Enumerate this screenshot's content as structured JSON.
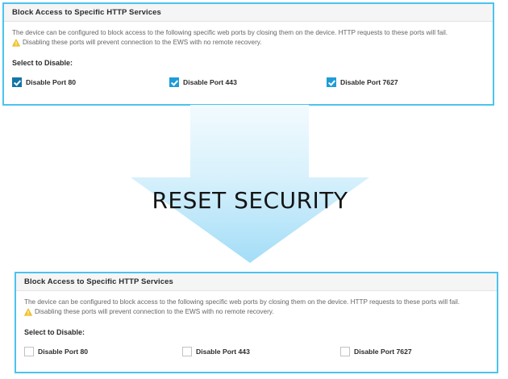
{
  "panels": [
    {
      "id": "top",
      "title": "Block Access to Specific HTTP Services",
      "description_line1": "The device can be configured to block access to the following specific web ports by closing them on the device. HTTP requests to these ports will fail.",
      "description_line2": "Disabling these ports will prevent connection to the EWS with no remote recovery.",
      "warning_icon": "warning-triangle-icon",
      "select_label": "Select to Disable:",
      "checkboxes": [
        {
          "label": "Disable Port 80",
          "checked": true
        },
        {
          "label": "Disable Port 443",
          "checked": true
        },
        {
          "label": "Disable Port 7627",
          "checked": true
        }
      ]
    },
    {
      "id": "bottom",
      "title": "Block Access to Specific HTTP Services",
      "description_line1": "The device can be configured to block access to the following specific web ports by closing them on the device. HTTP requests to these ports will fail.",
      "description_line2": "Disabling these ports will prevent connection to the EWS with no remote recovery.",
      "warning_icon": "warning-triangle-icon",
      "select_label": "Select to Disable:",
      "checkboxes": [
        {
          "label": "Disable Port 80",
          "checked": false
        },
        {
          "label": "Disable Port 443",
          "checked": false
        },
        {
          "label": "Disable Port 7627",
          "checked": false
        }
      ]
    }
  ],
  "arrow": {
    "label": "RESET SECURITY",
    "icon": "down-arrow-icon",
    "color_top": "#eaf8fe",
    "color_bottom": "#a8dff8"
  },
  "colors": {
    "panel_border": "#4cc3ef",
    "header_bg": "#f5f5f5",
    "checkbox_checked": "#1f9cd8",
    "checkbox_checked_dark": "#1374a8",
    "checkbox_unchecked_border": "#c2c2c2",
    "warning_yellow": "#f5c431",
    "text_body": "#666666",
    "text_strong": "#2b2b2b"
  }
}
